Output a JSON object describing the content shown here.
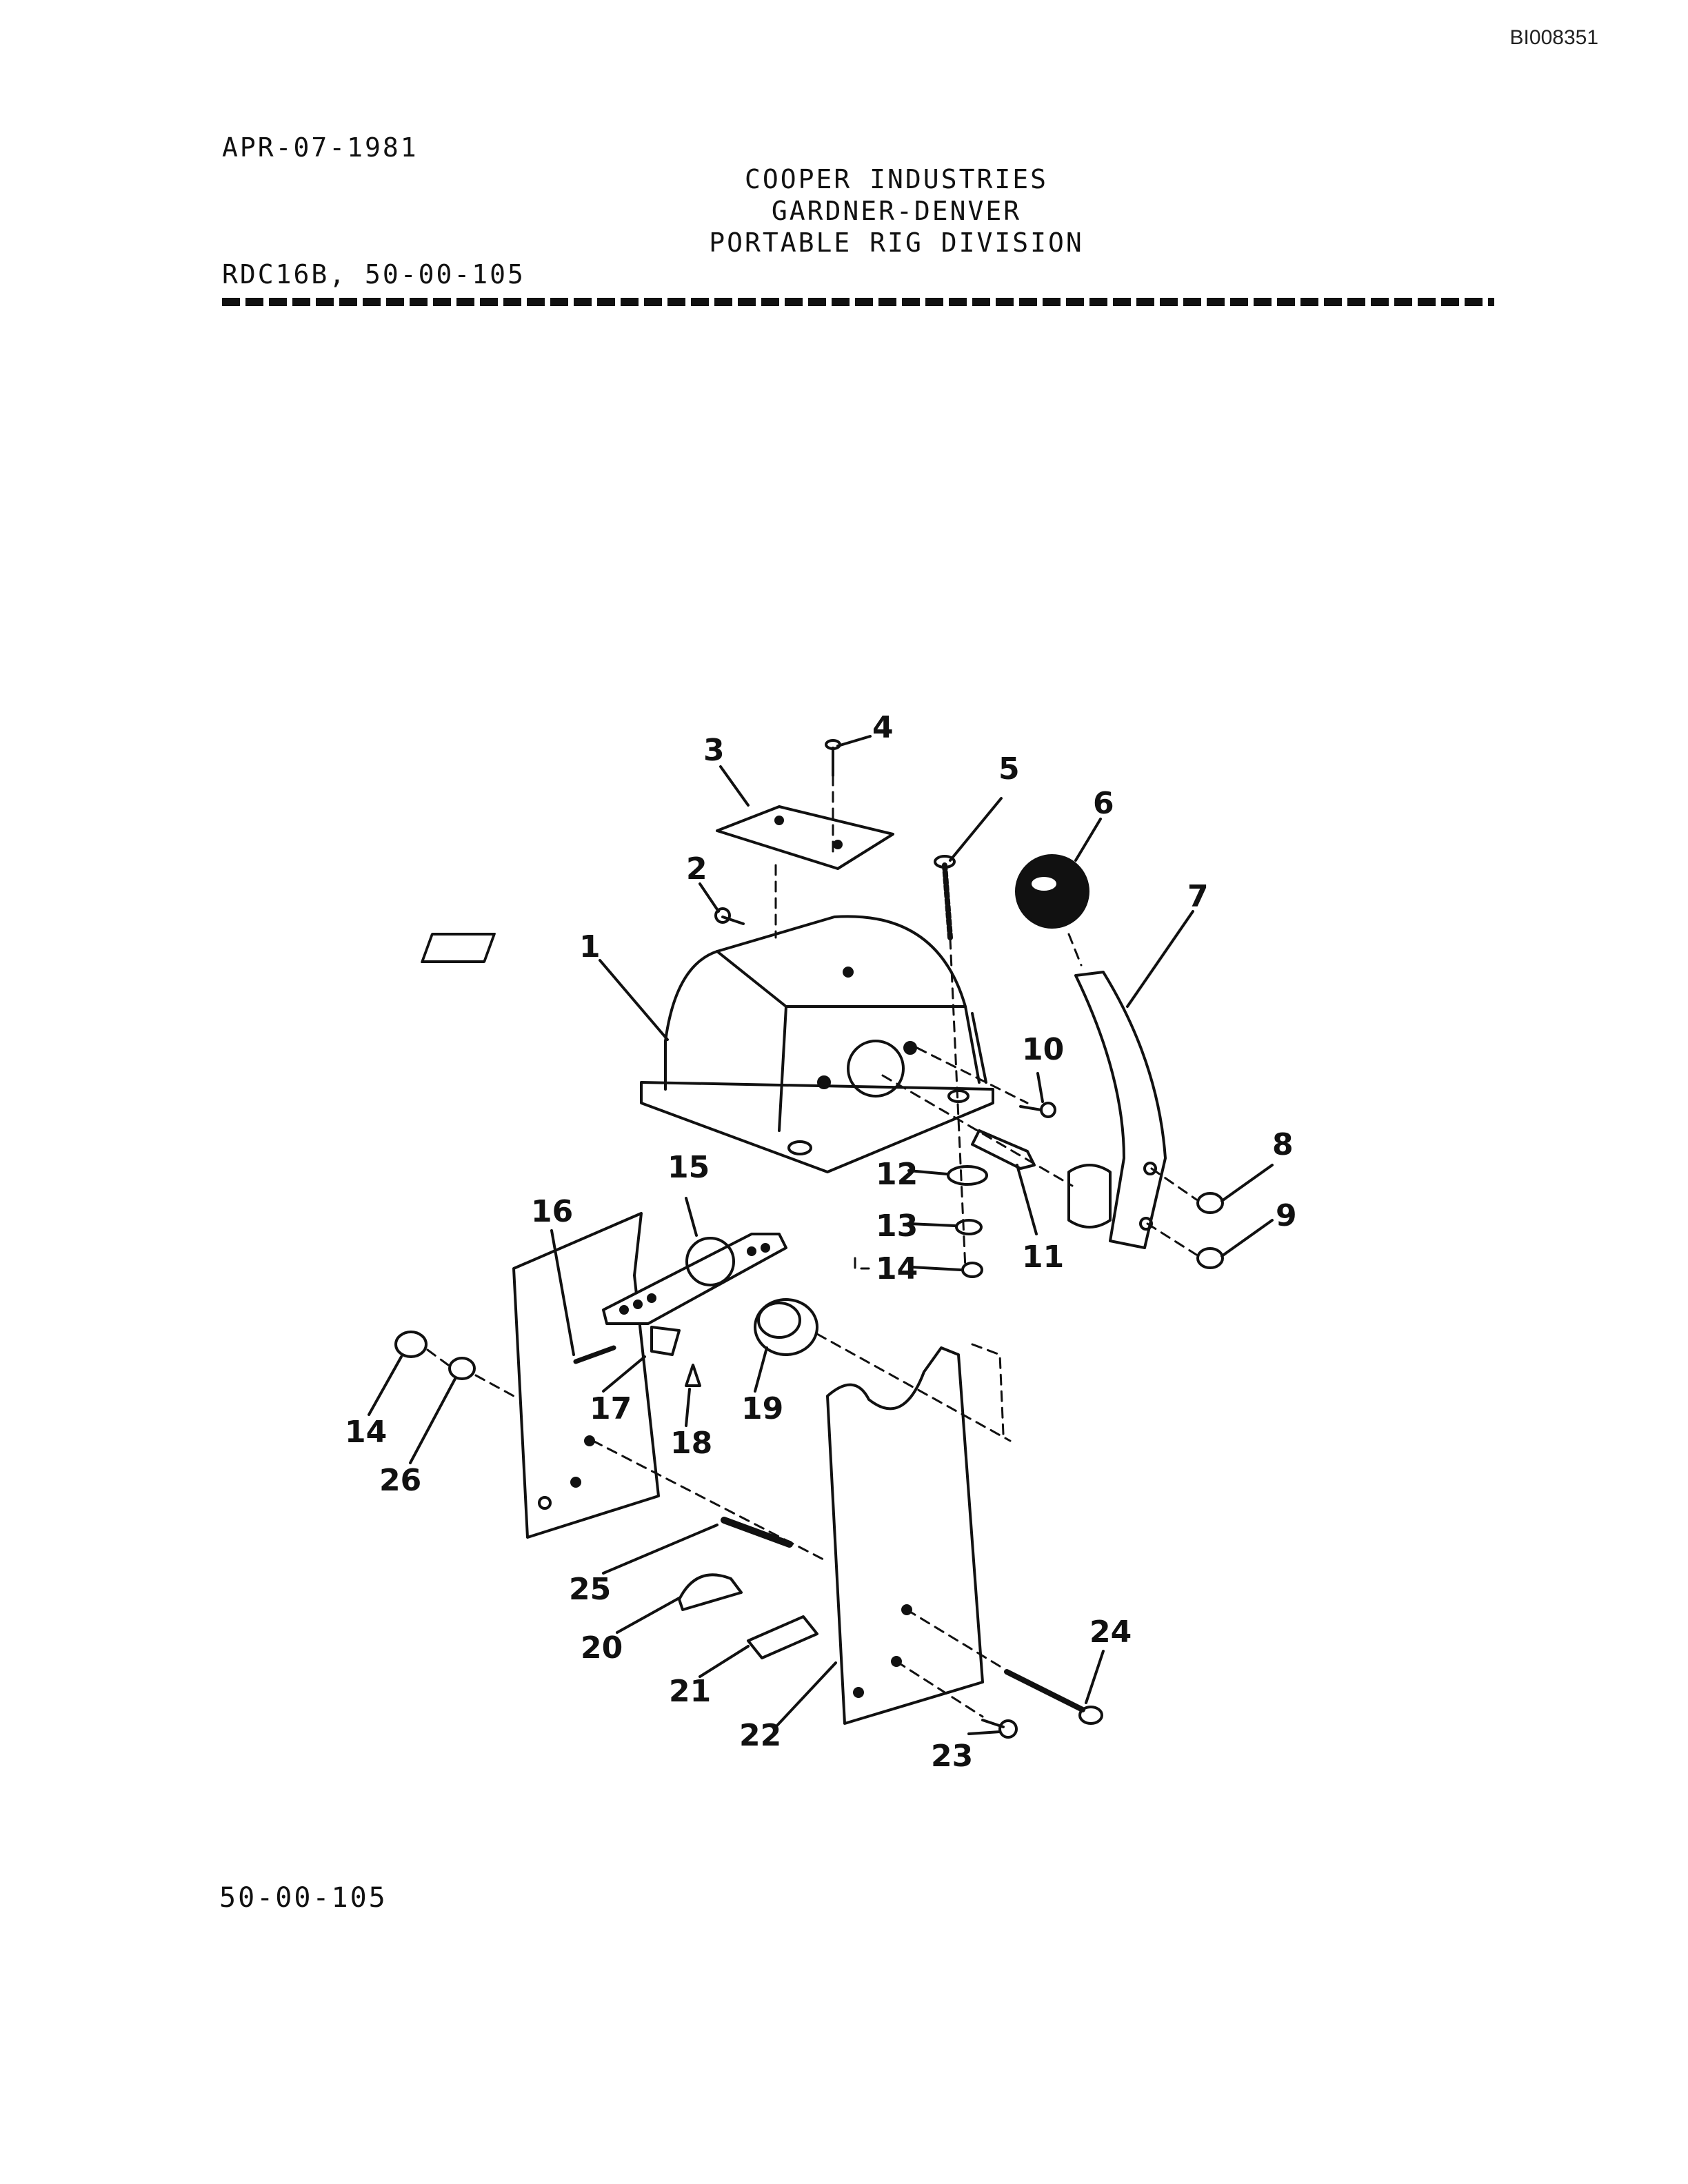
{
  "document_id": "BI008351",
  "date": "APR-07-1981",
  "company": {
    "line1": "COOPER INDUSTRIES",
    "line2": "GARDNER-DENVER",
    "line3": "PORTABLE RIG DIVISION"
  },
  "model": "RDC16B, 50-00-105",
  "footer_ref": "50-00-105",
  "callouts": [
    "1",
    "2",
    "3",
    "4",
    "5",
    "6",
    "7",
    "8",
    "9",
    "10",
    "11",
    "12",
    "13",
    "14",
    "15",
    "16",
    "17",
    "18",
    "19",
    "20",
    "21",
    "22",
    "23",
    "24",
    "25",
    "26",
    "14"
  ]
}
